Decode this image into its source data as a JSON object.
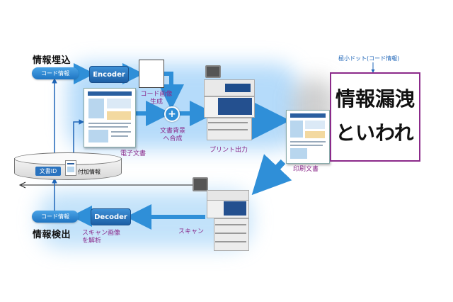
{
  "sections": {
    "embed_title": "情報埋込",
    "detect_title": "情報検出"
  },
  "embed": {
    "code_info_label": "コード情報",
    "encoder_label": "Encoder",
    "code_image_label": "コード画像\n生成",
    "bg_compose_label": "文書背景\nへ合成",
    "e_doc_label": "電子文書",
    "print_label": "プリント出力",
    "printed_doc_label": "印刷文書"
  },
  "database": {
    "doc_id_label": "文書ID",
    "extra_info_label": "付加情報"
  },
  "detect": {
    "code_info_label": "コード情報",
    "decoder_label": "Decoder",
    "scan_analysis_label": "スキャン画像\nを解析",
    "scan_label": "スキャン"
  },
  "zoom": {
    "caption": "極小ドット(コード情報)",
    "line1": "情報漏洩",
    "line2": "といわれ"
  }
}
